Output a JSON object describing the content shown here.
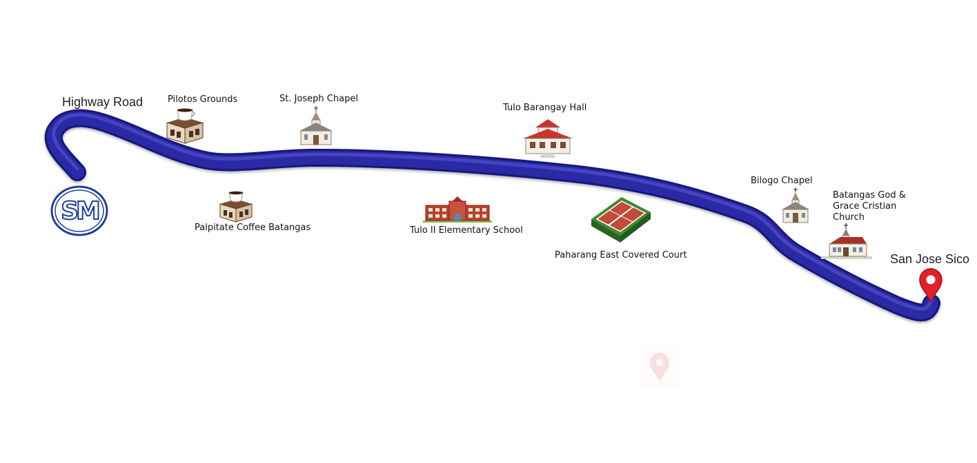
{
  "route": {
    "color": "#2b2ba6",
    "color_light": "#5a5ad6",
    "color_dark": "#15157a",
    "start_logo_text": "SM",
    "start_label": "Highway Road",
    "end_label": "San Jose Sico",
    "end_marker_color": "#e3202a"
  },
  "landmarks": [
    {
      "id": "pilotos",
      "label": "Pilotos Grounds",
      "type": "coffee-shop"
    },
    {
      "id": "stjoseph",
      "label": "St. Joseph Chapel",
      "type": "chapel"
    },
    {
      "id": "tulohall",
      "label": "Tulo Barangay Hall",
      "type": "barangay-hall"
    },
    {
      "id": "palpitate",
      "label": "Palpitate Coffee Batangas",
      "type": "coffee-shop"
    },
    {
      "id": "tuloschool",
      "label": "Tulo II Elementary School",
      "type": "school"
    },
    {
      "id": "paharang",
      "label": "Paharang East Covered Court",
      "type": "tennis-court"
    },
    {
      "id": "bilogo",
      "label": "Bilogo Chapel",
      "type": "chapel"
    },
    {
      "id": "batangas",
      "label": "Batangas God & Grace Cristian Church",
      "type": "church"
    }
  ]
}
